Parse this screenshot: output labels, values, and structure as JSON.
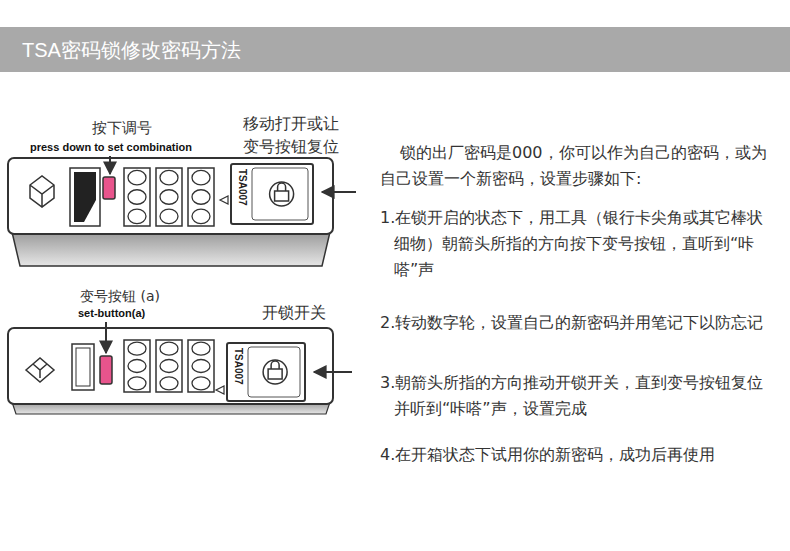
{
  "diagram": {
    "title": "TSA密码锁修改密码方法",
    "nodes": [
      {
        "text": [
          "TSA007"
        ]
      },
      {
        "text": [
          "TSA007"
        ]
      }
    ],
    "labels": [
      "按下调号",
      "press down to set combination",
      "移动打开或让 变号按钮复位",
      "变号按钮 (a)",
      "set-button(a)",
      "开锁开关",
      "锁的出厂密码是000，你可以作为自己的密码，或为自己设置一个新密码，设置步骤如下:",
      "1.在锁开启的状态下，用工具（银行卡尖角或其它棒状细物）朝箭头所指的方向按下变号按钮，直听到“咔嗒”声",
      "2.转动数字轮，设置自己的新密码并用笔记下以防忘记",
      "3.朝箭头所指的方向推动开锁开关，直到变号按钮复位并听到“咔嗒”声，设置完成",
      "4.在开箱状态下试用你的新密码，成功后再使用"
    ]
  }
}
